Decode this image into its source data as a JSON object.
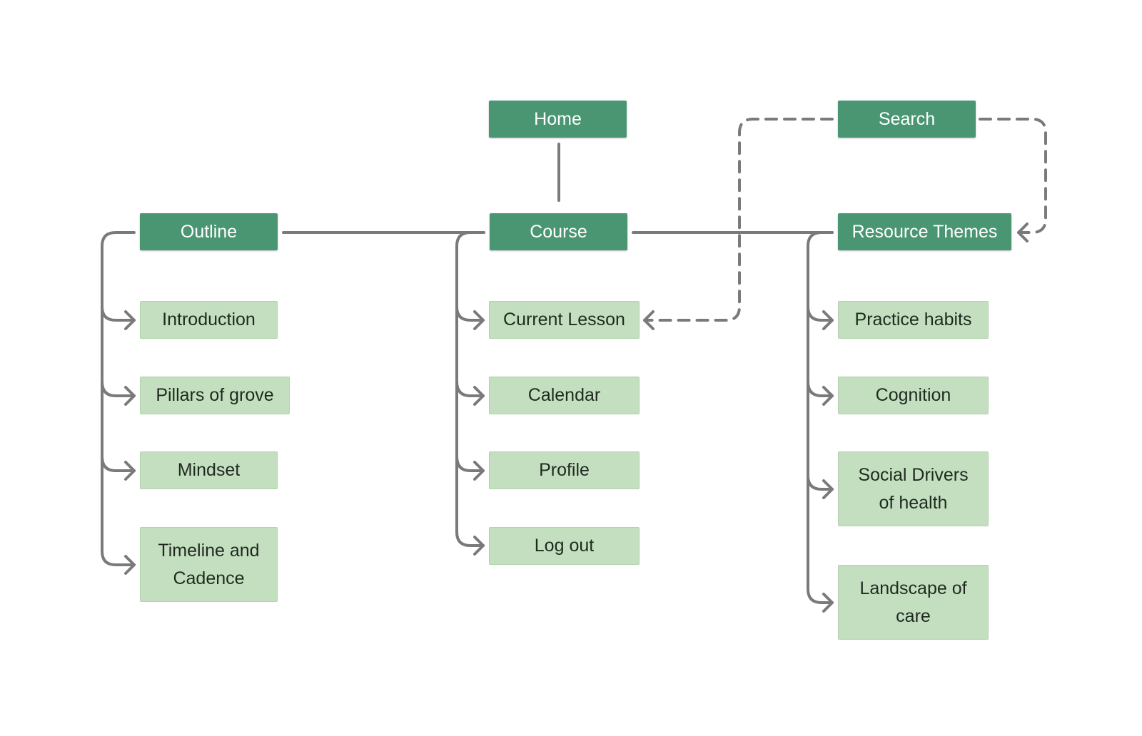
{
  "colors": {
    "primary_node": "#4a9673",
    "child_node": "#c4dfc0",
    "connector": "#7a7a7a"
  },
  "nodes": {
    "home": "Home",
    "search": "Search",
    "outline": "Outline",
    "course": "Course",
    "resource_themes": "Resource Themes",
    "outline_children": [
      "Introduction",
      "Pillars of grove",
      "Mindset",
      "Timeline and\nCadence"
    ],
    "course_children": [
      "Current Lesson",
      "Calendar",
      "Profile",
      "Log out"
    ],
    "resource_children": [
      "Practice habits",
      "Cognition",
      "Social Drivers\nof health",
      "Landscape of\ncare"
    ]
  },
  "edges": [
    {
      "from": "home",
      "to": "course",
      "style": "solid"
    },
    {
      "from": "outline",
      "to": "course",
      "style": "solid"
    },
    {
      "from": "course",
      "to": "resource_themes",
      "style": "solid"
    },
    {
      "from": "search",
      "to": "resource_themes",
      "style": "dashed"
    },
    {
      "from": "search",
      "to": "current_lesson",
      "style": "dashed"
    }
  ]
}
